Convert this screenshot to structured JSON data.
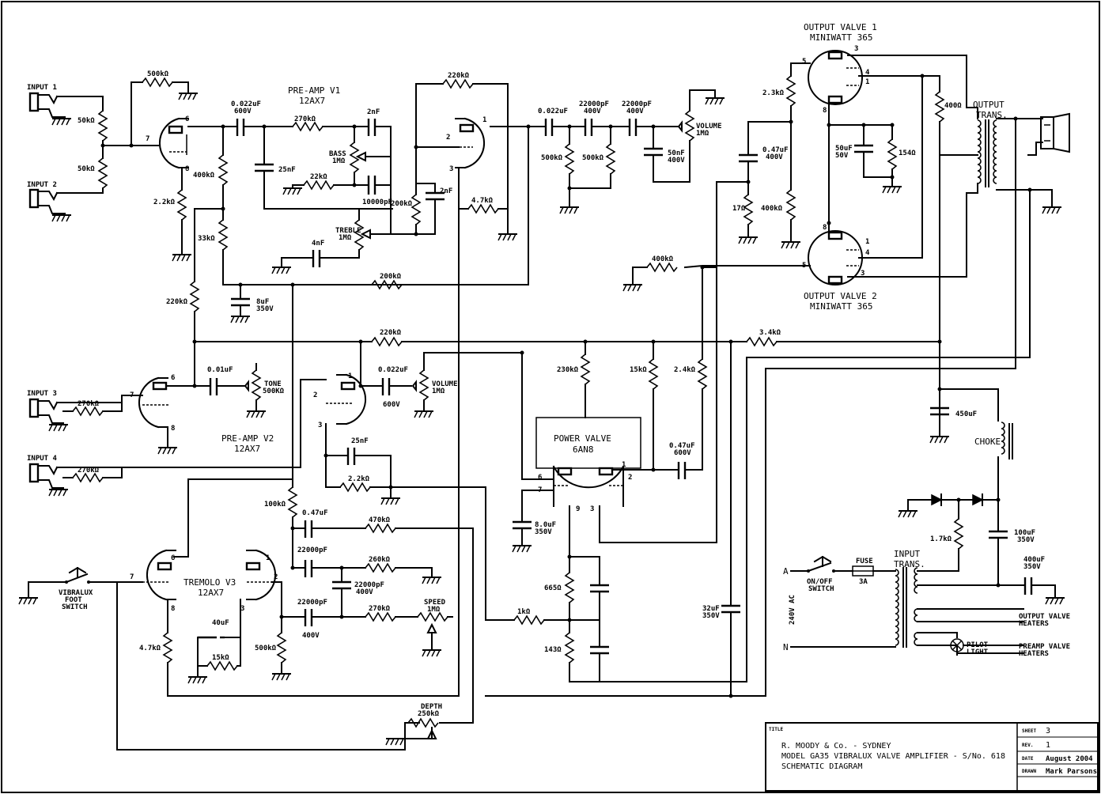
{
  "title_block": {
    "company": "R. MOODY & Co. - SYDNEY",
    "model": "MODEL GA35 VIBRALUX VALVE AMPLIFIER - S/No. 618",
    "doc_type": "SCHEMATIC DIAGRAM",
    "title_tag": "TITLE",
    "sheet_label": "SHEET",
    "sheet_value": "3",
    "rev_label": "REV.",
    "rev_value": "1",
    "date_label": "DATE",
    "date_value": "August 2004",
    "drawn_label": "DRAWN",
    "drawn_value": "Mark Parsons"
  },
  "sections": {
    "preamp_v1": "PRE-AMP V1",
    "preamp_v1_type": "12AX7",
    "preamp_v2": "PRE-AMP V2",
    "preamp_v2_type": "12AX7",
    "tremolo_v3": "TREMOLO V3",
    "tremolo_v3_type": "12AX7",
    "power_valve": "POWER VALVE",
    "power_valve_type": "6AN8",
    "output_valve_1": "OUTPUT VALVE 1",
    "output_valve_1_type": "MINIWATT 365",
    "output_valve_2": "OUTPUT VALVE 2",
    "output_valve_2_type": "MINIWATT 365",
    "output_trans": "OUTPUT",
    "output_trans_2": "TRANS.",
    "input_trans": "INPUT",
    "input_trans_2": "TRANS.",
    "choke": "CHOKE"
  },
  "inputs": {
    "input_1": "INPUT 1",
    "input_2": "INPUT 2",
    "input_3": "INPUT 3",
    "input_4": "INPUT 4"
  },
  "controls": {
    "bass": "BASS",
    "bass_val": "1MΩ",
    "treble": "TREBLE",
    "treble_val": "1MΩ",
    "volume1": "VOLUME",
    "volume1_val": "1MΩ",
    "tone": "TONE",
    "tone_val": "500KΩ",
    "volume2": "VOLUME",
    "volume2_val": "1MΩ",
    "speed": "SPEED",
    "speed_val": "1MΩ",
    "depth": "DEPTH",
    "depth_val": "250kΩ",
    "vibralux_foot_switch_1": "VIBRALUX",
    "vibralux_foot_switch_2": "FOOT",
    "vibralux_foot_switch_3": "SWITCH",
    "onoff_1": "ON/OFF",
    "onoff_2": "SWITCH",
    "fuse": "FUSE",
    "fuse_val": "3A",
    "pilot_1": "PILOT",
    "pilot_2": "LIGHT",
    "mains": "240V AC",
    "mains_a": "A",
    "mains_n": "N",
    "out_heaters_1": "OUTPUT VALVE",
    "out_heaters_2": "HEATERS",
    "pre_heaters_1": "PREAMP VALVE",
    "pre_heaters_2": "HEATERS"
  },
  "components": {
    "r_500k_top": "500kΩ",
    "r_50k_a": "50kΩ",
    "r_50k_b": "50kΩ",
    "c_022_600": "0.022uF",
    "c_022_600v": "600V",
    "r_270k_tone": "270kΩ",
    "c_2nf_a": "2nF",
    "c_25nf": "25nF",
    "r_22k": "22kΩ",
    "c_10000pf": "10000pF",
    "r_2k2_v1": "2.2kΩ",
    "r_400k": "400kΩ",
    "r_33k": "33kΩ",
    "c_4nf": "4nF",
    "r_200k_a": "200kΩ",
    "r_220k_v1": "220kΩ",
    "r_200k_b": "200kΩ",
    "c_2nf_b": "2nF",
    "r_4k7_a": "4.7kΩ",
    "c_8uf": "8uF",
    "c_8uf_v": "350V",
    "r_220k_left": "220kΩ",
    "c_0022_b": "0.022uF",
    "c_22000pf_a": "22000pF",
    "c_22000pf_a_v": "400V",
    "c_22000pf_b": "22000pF",
    "c_22000pf_b_v": "400V",
    "r_500k_a": "500kΩ",
    "r_500k_b": "500kΩ",
    "c_50nf": "50nF",
    "c_50nf_v": "400V",
    "r_220k_mid": "220kΩ",
    "r_3k4": "3.4kΩ",
    "c_001": "0.01uF",
    "r_270k_in3": "270kΩ",
    "r_270k_in4": "270kΩ",
    "c_0022_c": "0.022uF",
    "c_0022_c_v": "600V",
    "c_25nf_b": "25nF",
    "r_2k2_b": "2.2kΩ",
    "r_100k": "100kΩ",
    "c_047_a": "0.47uF",
    "r_470k": "470kΩ",
    "c_22000pf_c": "22000pF",
    "c_22000pf_d": "22000pF",
    "c_22000pf_d_v": "400V",
    "c_22000pf_e": "22000pF",
    "c_22000pf_e_v": "400V",
    "r_260k": "260kΩ",
    "r_270k_speed": "270kΩ",
    "c_40uf": "40uF",
    "r_4k7_b": "4.7kΩ",
    "r_15k": "15kΩ",
    "r_500k_c": "500kΩ",
    "r_230k": "230kΩ",
    "r_15k_b": "15kΩ",
    "r_2k4": "2.4kΩ",
    "c_047_b": "0.47uF",
    "c_047_b_v": "600V",
    "c_8uf_b": "8.0uF",
    "c_8uf_b_v": "350V",
    "r_1k_bias": "1kΩ",
    "r_665": "665Ω",
    "r_143": "143Ω",
    "r_400k_bias": "400kΩ",
    "c_32uf": "32uF",
    "c_32uf_v": "350V",
    "r_2k3": "2.3kΩ",
    "c_047_c": "0.47uF",
    "c_047_c_v": "400V",
    "r_17": "17Ω",
    "r_400k_g2": "400kΩ",
    "c_50uf": "50uF",
    "c_50uf_v": "50V",
    "r_154": "154Ω",
    "r_400_scr": "400Ω",
    "c_450uf": "450uF",
    "r_1k7": "1.7kΩ",
    "c_100uf": "100uF",
    "c_100uf_v": "350V",
    "c_400uf": "400uF",
    "c_400uf_v": "350V"
  }
}
